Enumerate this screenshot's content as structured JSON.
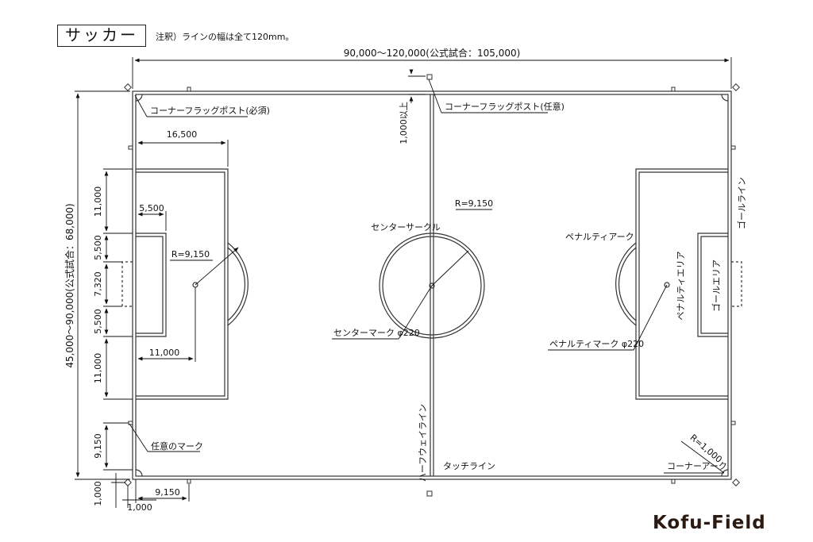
{
  "title": "サッカー",
  "note": "注釈）ラインの幅は全て120mm。",
  "logo": "Kofu-Field",
  "dimensions": {
    "field_length": "90,000〜120,000(公式試合：105,000)",
    "field_width": "45,000〜90,000(公式試合：68,000)",
    "penalty_area_depth": "16,500",
    "goal_area_depth": "5,500",
    "penalty_mark_distance": "11,000",
    "penalty_arc_radius": "R=9,150",
    "center_circle_radius": "R=9,150",
    "side_11000_top": "11,000",
    "side_5500_top": "5,500",
    "goal_width": "7,320",
    "side_5500_bottom": "5,500",
    "side_11000_bottom": "11,000",
    "optional_mark_distance_v": "9,150",
    "optional_mark_distance_h": "9,150",
    "corner_offset_v": "1,000",
    "corner_offset_h": "1,000",
    "corner_flag_height": "1,000以上",
    "corner_arc_radius": "R=1,000"
  },
  "labels": {
    "corner_flag_required": "コーナーフラッグポスト(必須)",
    "corner_flag_optional": "コーナーフラッグポスト(任意)",
    "center_circle": "センターサークル",
    "center_mark": "センターマーク φ220",
    "penalty_arc": "ペナルティアーク",
    "penalty_area": "ペナルティエリア",
    "goal_area": "ゴールエリア",
    "goal_line": "ゴールライン",
    "penalty_mark": "ペナルティマーク φ220",
    "optional_mark": "任意のマーク",
    "halfway_line": "ハーフウェイライン",
    "touch_line": "タッチライン",
    "corner_arc": "コーナーアーク"
  }
}
